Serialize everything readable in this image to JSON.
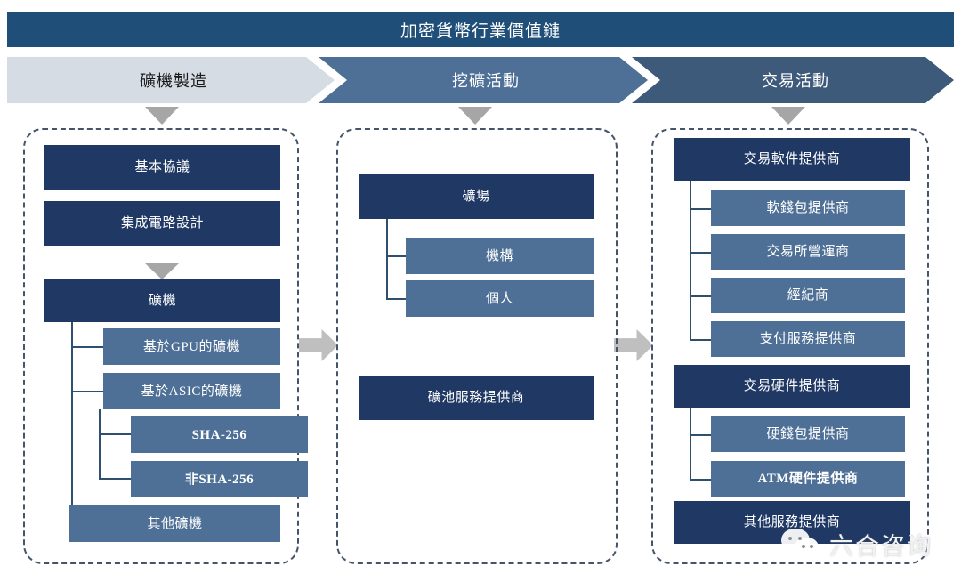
{
  "title": "加密貨幣行業價值鏈",
  "stages": [
    {
      "label": "礦機製造"
    },
    {
      "label": "挖礦活動"
    },
    {
      "label": "交易活動"
    }
  ],
  "columns": [
    {
      "name": "mining-machine-manufacturing",
      "nodes": [
        {
          "label": "基本協議",
          "level": "primary"
        },
        {
          "label": "集成電路設計",
          "level": "primary"
        },
        {
          "label": "礦機",
          "level": "primary"
        },
        {
          "label": "基於GPU的礦機",
          "level": "secondary"
        },
        {
          "label": "基於ASIC的礦機",
          "level": "secondary"
        },
        {
          "label": "SHA-256",
          "level": "tertiary"
        },
        {
          "label": "非SHA-256",
          "level": "tertiary"
        },
        {
          "label": "其他礦機",
          "level": "secondary"
        }
      ]
    },
    {
      "name": "mining-activity",
      "nodes": [
        {
          "label": "礦場",
          "level": "primary"
        },
        {
          "label": "機構",
          "level": "secondary"
        },
        {
          "label": "個人",
          "level": "secondary"
        },
        {
          "label": "礦池服務提供商",
          "level": "primary"
        }
      ]
    },
    {
      "name": "trading-activity",
      "nodes": [
        {
          "label": "交易軟件提供商",
          "level": "primary"
        },
        {
          "label": "軟錢包提供商",
          "level": "secondary"
        },
        {
          "label": "交易所營運商",
          "level": "secondary"
        },
        {
          "label": "經紀商",
          "level": "secondary"
        },
        {
          "label": "支付服務提供商",
          "level": "secondary"
        },
        {
          "label": "交易硬件提供商",
          "level": "primary"
        },
        {
          "label": "硬錢包提供商",
          "level": "secondary"
        },
        {
          "label": "ATM硬件提供商",
          "level": "secondary"
        },
        {
          "label": "其他服務提供商",
          "level": "primary"
        }
      ]
    }
  ],
  "watermark": {
    "text": "六合咨询",
    "icon": "wechat-icon"
  },
  "colors": {
    "title_bg": "#1f4e79",
    "stage_1": "#d6dce4",
    "stage_2": "#4e7096",
    "stage_3": "#3e5a7a",
    "node_primary": "#1f3864",
    "node_secondary": "#4e7096",
    "panel_border": "#44546a",
    "arrow": "#a6a6a6"
  }
}
